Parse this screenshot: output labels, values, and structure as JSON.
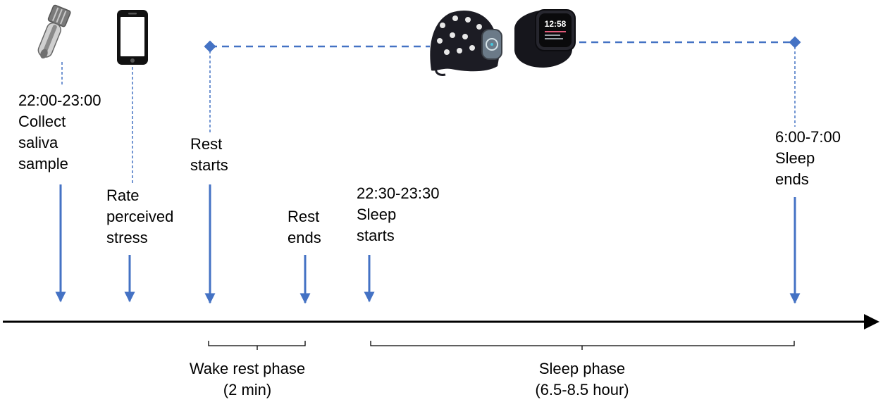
{
  "colors": {
    "accent": "#4472C4",
    "axis": "#000000",
    "device_dark": "#1c1c24",
    "device_screen": "#6b7a88"
  },
  "icons": {
    "saliva_tube": "saliva-tube-icon",
    "smartphone": "smartphone-icon",
    "eeg_headband": "eeg-headband-icon",
    "smartwatch": "smartwatch-icon"
  },
  "events": {
    "saliva": {
      "time": "22:00-23:00",
      "line1": "Collect",
      "line2": "saliva",
      "line3": "sample"
    },
    "stress": {
      "line1": "Rate",
      "line2": "perceived",
      "line3": "stress"
    },
    "rest_start": {
      "line1": "Rest",
      "line2": "starts"
    },
    "rest_end": {
      "line1": "Rest",
      "line2": "ends"
    },
    "sleep_start": {
      "time": "22:30-23:30",
      "line1": "Sleep",
      "line2": "starts"
    },
    "sleep_end": {
      "time": "6:00-7:00",
      "line1": "Sleep",
      "line2": "ends"
    }
  },
  "phases": {
    "wake_rest": {
      "line1": "Wake rest phase",
      "line2": "(2 min)"
    },
    "sleep": {
      "line1": "Sleep phase",
      "line2": "(6.5-8.5 hour)"
    }
  },
  "watch_screen": {
    "time": "12:58"
  }
}
